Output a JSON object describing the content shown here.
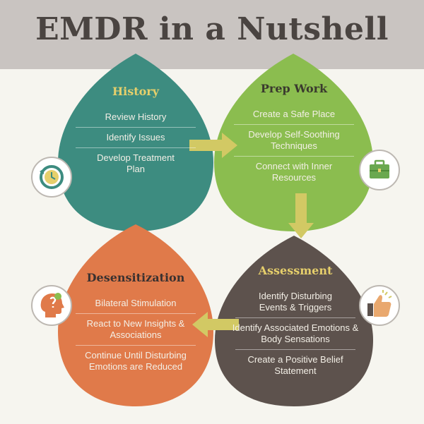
{
  "title": "EMDR in a Nutshell",
  "colors": {
    "history": "#3d8c80",
    "prep": "#8bbd4f",
    "desensitization": "#e07a4a",
    "assessment": "#5d524d",
    "history_heading": "#e6cf6b",
    "prep_heading": "#3a3a2e",
    "desens_heading": "#3a3130",
    "assessment_heading": "#e6cf6b",
    "arrow": "#d2c964"
  },
  "history": {
    "heading": "History",
    "items": [
      "Review History",
      "Identify Issues",
      "Develop Treatment Plan"
    ],
    "icon": "clock-cycle-icon"
  },
  "prep": {
    "heading": "Prep Work",
    "items": [
      "Create a Safe Place",
      "Develop Self-Soothing Techniques",
      "Connect with Inner Resources"
    ],
    "icon": "briefcase-icon"
  },
  "assessment": {
    "heading": "Assessment",
    "items": [
      "Identify Disturbing Events & Triggers",
      "Identify Associated Emotions & Body Sensations",
      "Create a Positive Belief Statement"
    ],
    "icon": "thumbs-up-icon"
  },
  "desensitization": {
    "heading": "Desensitization",
    "items": [
      "Bilateral Stimulation",
      "React to New Insights & Associations",
      "Continue Until Disturbing Emotions are Reduced"
    ],
    "icon": "head-question-icon"
  }
}
